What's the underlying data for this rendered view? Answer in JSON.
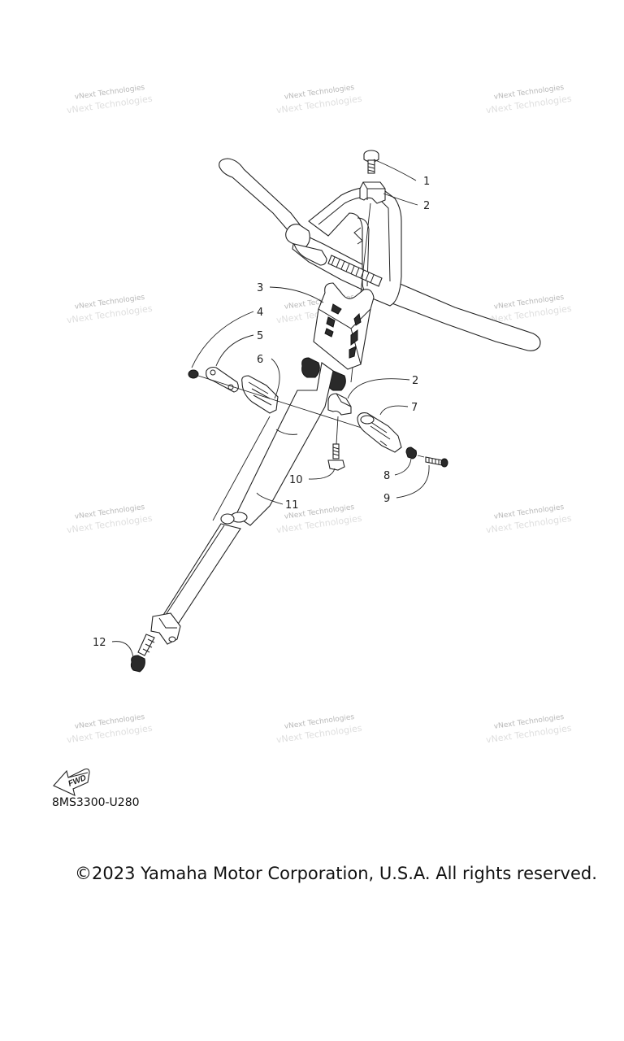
{
  "diagram": {
    "watermark": [
      "vNext Technologies",
      "vNext Technologies"
    ],
    "fwd_label": "FWD",
    "code": "8MS3300-U280",
    "copyright": "©2023 Yamaha Motor Corporation, U.S.A. All rights reserved.",
    "callouts": [
      "1",
      "2",
      "3",
      "4",
      "5",
      "6",
      "2",
      "7",
      "8",
      "9",
      "10",
      "11",
      "12"
    ]
  }
}
